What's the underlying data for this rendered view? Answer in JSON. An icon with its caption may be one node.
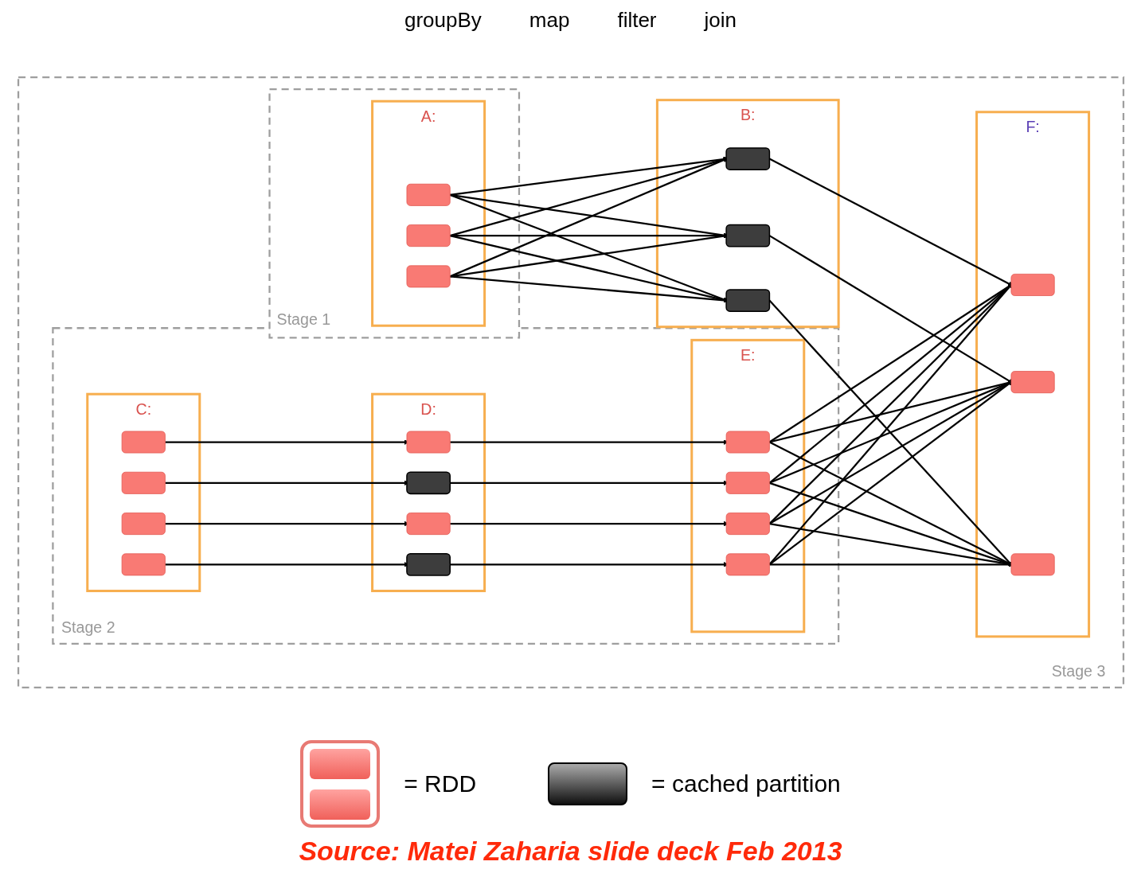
{
  "diagram": {
    "caption": "Source: Matei Zaharia slide deck Feb 2013",
    "nodes": [
      {
        "text": [
          "Stage 3"
        ]
      },
      {
        "text": [
          "Stage 1"
        ],
        "in": 0
      },
      {
        "text": [
          "A:"
        ],
        "in": 1
      },
      {
        "text": [],
        "shape": "box",
        "in": 2
      },
      {
        "text": [],
        "shape": "box",
        "in": 2
      },
      {
        "text": [],
        "shape": "box",
        "in": 2
      },
      {
        "text": [
          "B:"
        ],
        "in": 0
      },
      {
        "text": [],
        "shape": "box",
        "in": 6
      },
      {
        "text": [],
        "shape": "box",
        "in": 6
      },
      {
        "text": [],
        "shape": "box",
        "in": 6
      },
      {
        "text": [
          "F:"
        ],
        "in": 0
      },
      {
        "text": [],
        "shape": "box",
        "in": 10
      },
      {
        "text": [],
        "shape": "box",
        "in": 10
      },
      {
        "text": [],
        "shape": "box",
        "in": 10
      },
      {
        "text": [
          "Stage 2"
        ],
        "in": 0
      },
      {
        "text": [
          "C:"
        ],
        "in": 14
      },
      {
        "text": [],
        "shape": "box",
        "in": 15
      },
      {
        "text": [],
        "shape": "box",
        "in": 15
      },
      {
        "text": [],
        "shape": "box",
        "in": 15
      },
      {
        "text": [],
        "shape": "box",
        "in": 15
      },
      {
        "text": [
          "D:"
        ],
        "in": 14
      },
      {
        "text": [],
        "shape": "box",
        "in": 20
      },
      {
        "text": [],
        "shape": "box",
        "in": 20
      },
      {
        "text": [],
        "shape": "box",
        "in": 20
      },
      {
        "text": [],
        "shape": "box",
        "in": 20
      },
      {
        "text": [
          "E:"
        ],
        "in": 14
      },
      {
        "text": [],
        "shape": "box",
        "in": 25
      },
      {
        "text": [],
        "shape": "box",
        "in": 25
      },
      {
        "text": [],
        "shape": "box",
        "in": 25
      },
      {
        "text": [],
        "shape": "box",
        "in": 25
      }
    ],
    "edges": [
      {
        "from": 3,
        "to": 7,
        "arrow": "to"
      },
      {
        "from": 3,
        "to": 8,
        "arrow": "to"
      },
      {
        "from": 3,
        "to": 9,
        "arrow": "to"
      },
      {
        "from": 4,
        "to": 7,
        "arrow": "to"
      },
      {
        "from": 4,
        "to": 8,
        "arrow": "to"
      },
      {
        "from": 4,
        "to": 9,
        "arrow": "to"
      },
      {
        "from": 5,
        "to": 7,
        "arrow": "to"
      },
      {
        "from": 5,
        "to": 8,
        "arrow": "to"
      },
      {
        "from": 5,
        "to": 9,
        "arrow": "to"
      },
      {
        "from": 7,
        "to": 11,
        "arrow": "to"
      },
      {
        "from": 8,
        "to": 12,
        "arrow": "to"
      },
      {
        "from": 9,
        "to": 13,
        "arrow": "to"
      },
      {
        "from": 16,
        "to": 21,
        "arrow": "to"
      },
      {
        "from": 17,
        "to": 22,
        "arrow": "to"
      },
      {
        "from": 18,
        "to": 23,
        "arrow": "to"
      },
      {
        "from": 19,
        "to": 24,
        "arrow": "to"
      },
      {
        "from": 21,
        "to": 26,
        "arrow": "to"
      },
      {
        "from": 22,
        "to": 27,
        "arrow": "to"
      },
      {
        "from": 23,
        "to": 28,
        "arrow": "to"
      },
      {
        "from": 24,
        "to": 29,
        "arrow": "to"
      },
      {
        "from": 26,
        "to": 11,
        "arrow": "to"
      },
      {
        "from": 26,
        "to": 12,
        "arrow": "to"
      },
      {
        "from": 26,
        "to": 13,
        "arrow": "to"
      },
      {
        "from": 27,
        "to": 11,
        "arrow": "to"
      },
      {
        "from": 27,
        "to": 12,
        "arrow": "to"
      },
      {
        "from": 27,
        "to": 13,
        "arrow": "to"
      },
      {
        "from": 28,
        "to": 11,
        "arrow": "to"
      },
      {
        "from": 28,
        "to": 12,
        "arrow": "to"
      },
      {
        "from": 28,
        "to": 13,
        "arrow": "to"
      },
      {
        "from": 29,
        "to": 11,
        "arrow": "to"
      },
      {
        "from": 29,
        "to": 12,
        "arrow": "to"
      },
      {
        "from": 29,
        "to": 13,
        "arrow": "to"
      }
    ],
    "labels": [
      "groupBy",
      "map",
      "filter",
      "join"
    ],
    "legend": [
      {
        "text": "= RDD"
      },
      {
        "text": "= cached partition"
      }
    ]
  }
}
